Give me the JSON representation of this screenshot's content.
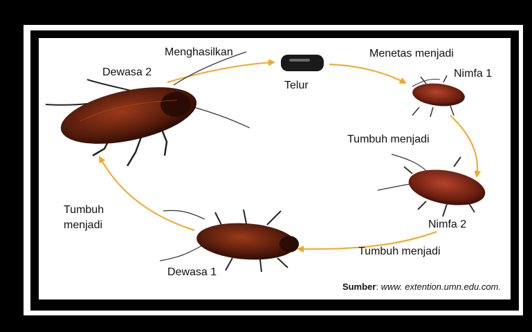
{
  "stages": {
    "egg": "Telur",
    "nymph1": "Nimfa 1",
    "nymph2": "Nimfa 2",
    "adult1": "Dewasa 1",
    "adult2": "Dewasa 2"
  },
  "transitions": {
    "adult2_to_egg": "Menghasilkan",
    "egg_to_nymph1": "Menetas menjadi",
    "nymph1_to_nymph2": "Tumbuh menjadi",
    "nymph2_to_adult1": "Tumbuh menjadi",
    "adult1_to_adult2_line1": "Tumbuh",
    "adult1_to_adult2_line2": "menjadi"
  },
  "source": {
    "label": "Sumber",
    "url": "www. extention.umn.edu.com."
  },
  "colors": {
    "arrow": "#F5A623",
    "body_dark": "#3a1408",
    "body_mid": "#7a2a12",
    "frame": "#000000"
  }
}
